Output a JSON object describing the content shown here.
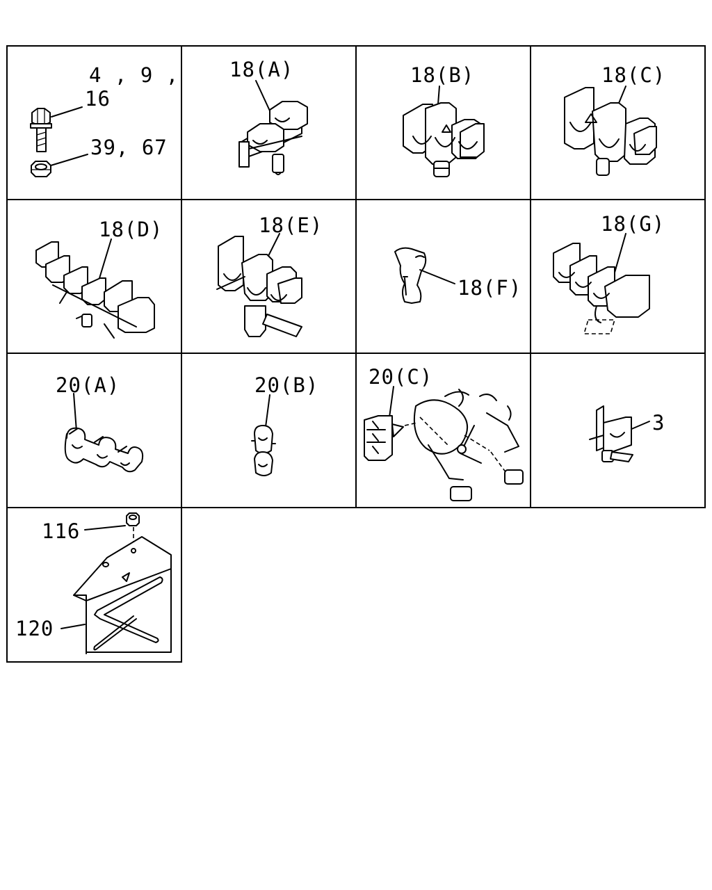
{
  "cells": [
    {
      "id": "fasteners",
      "labels": [
        "4 , 9 ,",
        "16",
        "39, 67"
      ]
    },
    {
      "id": "clip-18a",
      "labels": [
        "18(A)"
      ]
    },
    {
      "id": "clip-18b",
      "labels": [
        "18(B)"
      ]
    },
    {
      "id": "clip-18c",
      "labels": [
        "18(C)"
      ]
    },
    {
      "id": "clip-18d",
      "labels": [
        "18(D)"
      ]
    },
    {
      "id": "clip-18e",
      "labels": [
        "18(E)"
      ]
    },
    {
      "id": "clip-18f",
      "labels": [
        "18(F)"
      ]
    },
    {
      "id": "clip-18g",
      "labels": [
        "18(G)"
      ]
    },
    {
      "id": "clip-20a",
      "labels": [
        "20(A)"
      ]
    },
    {
      "id": "clip-20b",
      "labels": [
        "20(B)"
      ]
    },
    {
      "id": "clip-20c",
      "labels": [
        "20(C)"
      ]
    },
    {
      "id": "clip-3",
      "labels": [
        "3"
      ]
    },
    {
      "id": "bracket",
      "labels": [
        "116",
        "120"
      ]
    }
  ]
}
